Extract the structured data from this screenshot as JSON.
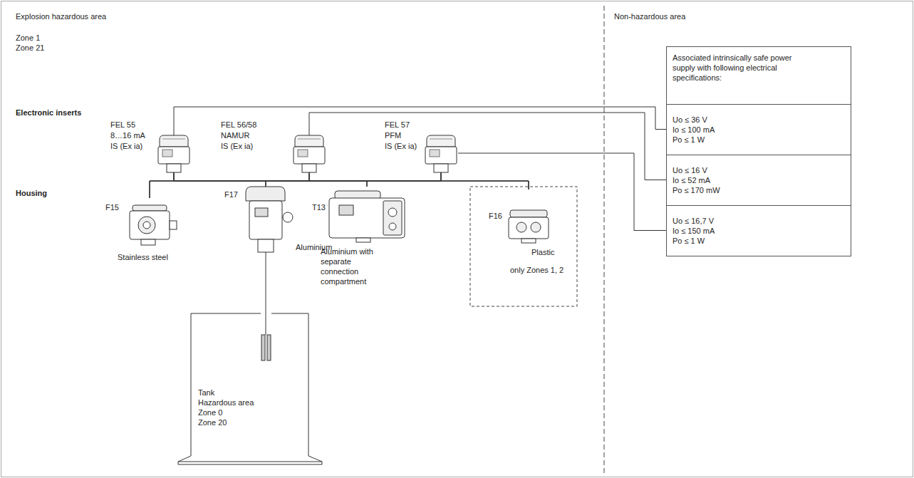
{
  "diagram": {
    "nodes": [
      {
        "text": [
          "FEL 55",
          "8…16 mA",
          "IS (Ex ia)"
        ]
      },
      {
        "text": [
          "FEL 56/58",
          "NAMUR",
          "IS (Ex ia)"
        ]
      },
      {
        "text": [
          "FEL 57",
          "PFM",
          "IS (Ex ia)"
        ]
      },
      {
        "text": [
          "Associated intrinsically safe power supply with following electrical specifications:"
        ]
      },
      {
        "text": [
          "Uo ≤ 36 V",
          "Io ≤ 100 mA",
          "Po ≤ 1 W"
        ],
        "in": 3
      },
      {
        "text": [
          "Uo ≤ 16 V",
          "Io ≤ 52 mA",
          "Po ≤ 170 mW"
        ],
        "in": 3
      },
      {
        "text": [
          "Uo ≤ 16,7 V",
          "Io ≤ 150 mA",
          "Po ≤ 1 W"
        ],
        "in": 3
      },
      {
        "text": [
          "F15",
          "Stainless steel"
        ]
      },
      {
        "text": [
          "F17",
          "Aluminium"
        ]
      },
      {
        "text": [
          "T13",
          "Aluminium with separate connection compartment"
        ]
      },
      {
        "text": [
          "F16",
          "Plastic",
          "only Zones 1, 2"
        ]
      },
      {
        "text": [
          "Tank",
          "Hazardous area",
          "Zone 0",
          "Zone 20"
        ]
      }
    ],
    "edges": [
      {
        "from": 0,
        "to": 4,
        "arrow": "none"
      },
      {
        "from": 1,
        "to": 5,
        "arrow": "none"
      },
      {
        "from": 2,
        "to": 6,
        "arrow": "none"
      },
      {
        "from": 0,
        "to": 7,
        "arrow": "none"
      },
      {
        "from": 0,
        "to": 8,
        "arrow": "none"
      },
      {
        "from": 0,
        "to": 9,
        "arrow": "none"
      },
      {
        "from": 0,
        "to": 10,
        "arrow": "none"
      },
      {
        "from": 1,
        "to": 7,
        "arrow": "none"
      },
      {
        "from": 1,
        "to": 8,
        "arrow": "none"
      },
      {
        "from": 1,
        "to": 9,
        "arrow": "none"
      },
      {
        "from": 1,
        "to": 10,
        "arrow": "none"
      },
      {
        "from": 2,
        "to": 7,
        "arrow": "none"
      },
      {
        "from": 2,
        "to": 8,
        "arrow": "none"
      },
      {
        "from": 2,
        "to": 9,
        "arrow": "none"
      },
      {
        "from": 2,
        "to": 10,
        "arrow": "none"
      }
    ],
    "labels": [
      "Explosion hazardous area",
      "Zone 1",
      "Zone 21",
      "Non-hazardous area",
      "Electronic inserts",
      "Housing"
    ]
  }
}
